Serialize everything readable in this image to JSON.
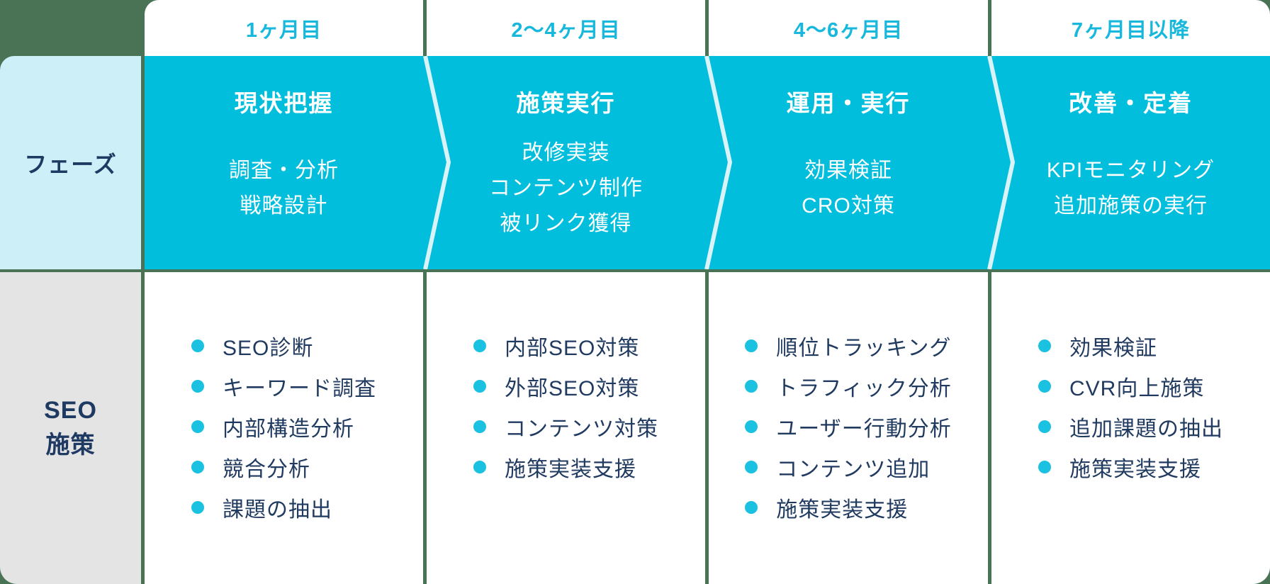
{
  "row_labels": {
    "phase": "フェーズ",
    "seo_line1": "SEO",
    "seo_line2": "施策"
  },
  "columns": [
    {
      "period": "1ヶ月目",
      "phase_title": "現状把握",
      "phase_items": [
        "調査・分析",
        "戦略設計"
      ],
      "tasks": [
        "SEO診断",
        "キーワード調査",
        "内部構造分析",
        "競合分析",
        "課題の抽出"
      ]
    },
    {
      "period": "2〜4ヶ月目",
      "phase_title": "施策実行",
      "phase_items": [
        "改修実装",
        "コンテンツ制作",
        "被リンク獲得"
      ],
      "tasks": [
        "内部SEO対策",
        "外部SEO対策",
        "コンテンツ対策",
        "施策実装支援"
      ]
    },
    {
      "period": "4〜6ヶ月目",
      "phase_title": "運用・実行",
      "phase_items": [
        "効果検証",
        "CRO対策"
      ],
      "tasks": [
        "順位トラッキング",
        "トラフィック分析",
        "ユーザー行動分析",
        "コンテンツ追加",
        "施策実装支援"
      ]
    },
    {
      "period": "7ヶ月目以降",
      "phase_title": "改善・定着",
      "phase_items": [
        "KPIモニタリング",
        "追加施策の実行"
      ],
      "tasks": [
        "効果検証",
        "CVR向上施策",
        "追加課題の抽出",
        "施策実装支援"
      ]
    }
  ],
  "colors": {
    "background_green": "#4A7254",
    "phase_band_cyan": "#00BEDC",
    "header_text_cyan": "#17B8DC",
    "phase_label_bg": "#CDEFF8",
    "seo_label_bg": "#E5E4E4",
    "navy_text": "#203A60",
    "bullet_cyan": "#1AC1E1",
    "chevron_line": "#D9F3F9",
    "cell_white": "#FFFFFF"
  }
}
